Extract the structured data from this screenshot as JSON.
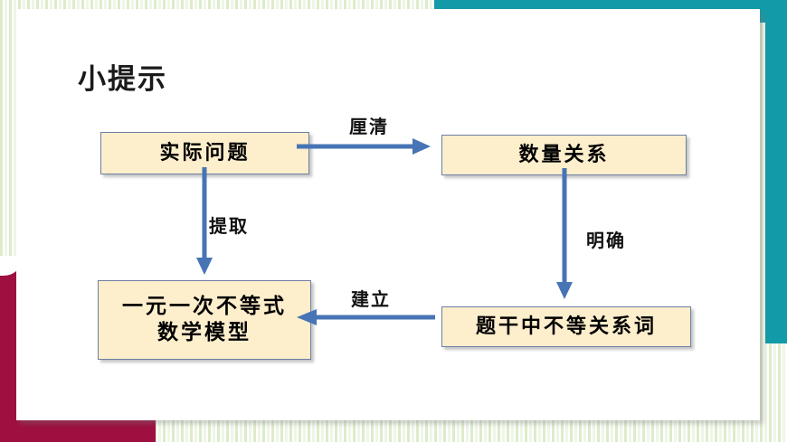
{
  "slide": {
    "title": "小提示",
    "theme": {
      "teal": "#139aa8",
      "maroon": "#9e1040",
      "stripe_green": "#dceccb",
      "box_fill": "#fdeecc",
      "box_border": "#6d7fa3",
      "arrow_blue": "#4674b5",
      "page_background": "#ffffff"
    }
  },
  "diagram": {
    "type": "flowchart",
    "nodes": [
      {
        "id": "n1",
        "label": "实际问题"
      },
      {
        "id": "n2",
        "label": "数量关系"
      },
      {
        "id": "n3",
        "line1": "一元一次不等式",
        "line2": "数学模型"
      },
      {
        "id": "n4",
        "label": "题干中不等关系词"
      }
    ],
    "edges": [
      {
        "from": "n1",
        "to": "n2",
        "label": "厘清",
        "direction": "right"
      },
      {
        "from": "n1",
        "to": "n3",
        "label": "提取",
        "direction": "down"
      },
      {
        "from": "n2",
        "to": "n4",
        "label": "明确",
        "direction": "down"
      },
      {
        "from": "n4",
        "to": "n3",
        "label": "建立",
        "direction": "left"
      }
    ]
  }
}
